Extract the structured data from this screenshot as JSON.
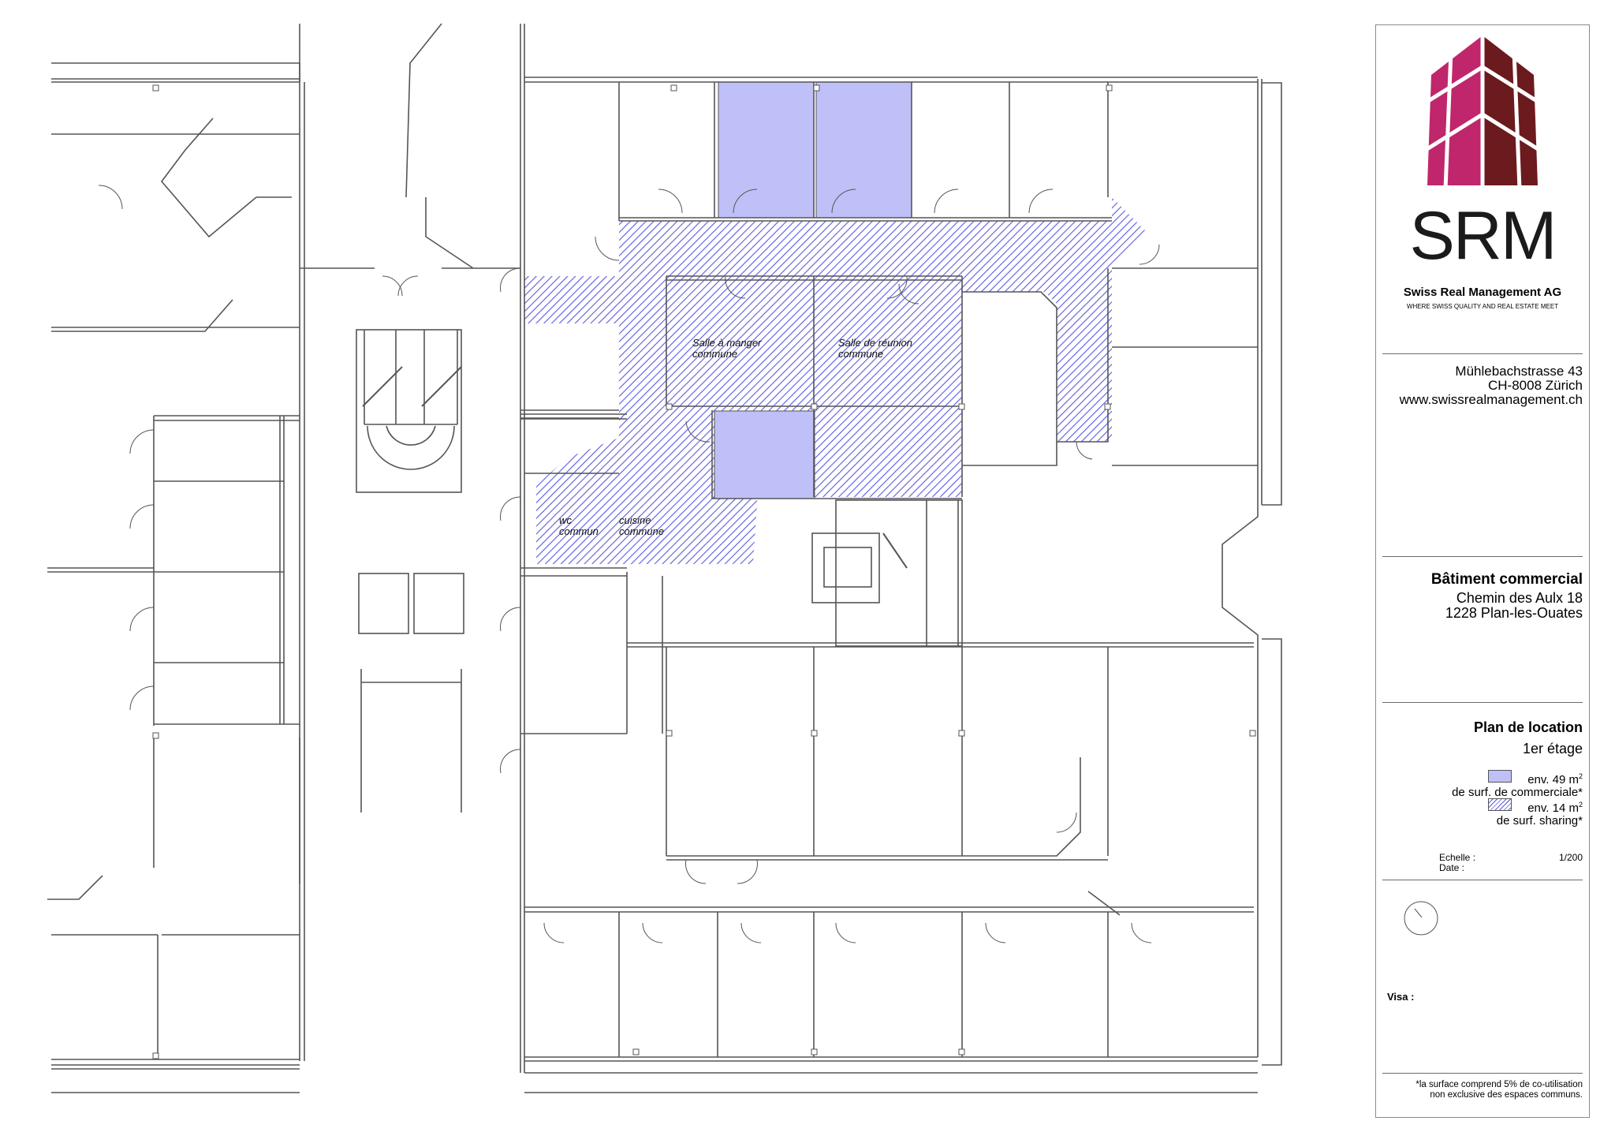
{
  "document": {
    "type": "floor-plan",
    "colors": {
      "commercial_fill": "#c0c0f8",
      "sharing_hatch": "#5a5ae0",
      "logo_pink": "#c0266b",
      "logo_maroon": "#6b1a1e",
      "wall": "#555555"
    }
  },
  "plan": {
    "room_labels": [
      {
        "line1": "Salle à manger",
        "line2": "commune"
      },
      {
        "line1": "Salle de réunion",
        "line2": "commune"
      },
      {
        "line1": "wc",
        "line2": "commun"
      },
      {
        "line1": "cuisine",
        "line2": "commune"
      }
    ]
  },
  "titleblock": {
    "logo": {
      "letters": "SRM",
      "company": "Swiss Real Management AG",
      "slogan": "WHERE SWISS QUALITY AND REAL ESTATE MEET"
    },
    "company_address": {
      "street": "Mühlebachstrasse 43",
      "city": "CH-8008 Zürich",
      "web": "www.swissrealmanagement.ch"
    },
    "building": {
      "title": "Bâtiment commercial",
      "street": "Chemin des Aulx 18",
      "city": "1228 Plan-les-Ouates"
    },
    "plan_info": {
      "title": "Plan de location",
      "floor": "1er étage",
      "legend": [
        {
          "swatch": "solid",
          "area": "env. 49 m",
          "sup": "2",
          "desc": "de surf. de commerciale*"
        },
        {
          "swatch": "hatch",
          "area": "env. 14 m",
          "sup": "2",
          "desc": "de surf. sharing*"
        }
      ],
      "scale_label": "Echelle :",
      "scale_value": "1/200",
      "date_label": "Date :",
      "date_value": ""
    },
    "north_arrow": "north-arrow",
    "visa_label": "Visa :",
    "footnote": {
      "line1": "*la surface comprend 5% de co-utilisation",
      "line2": "non exclusive des espaces communs."
    }
  }
}
